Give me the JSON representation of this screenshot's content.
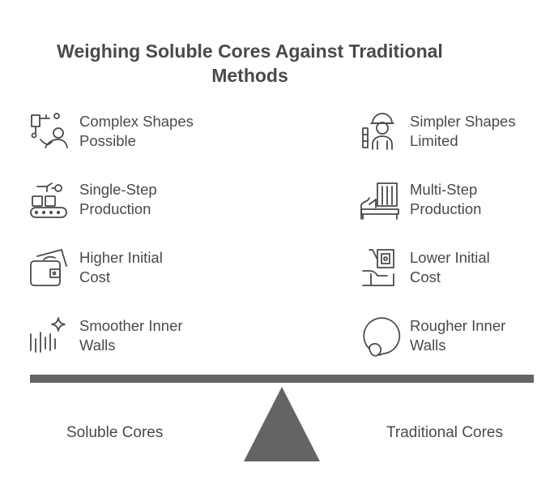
{
  "title": {
    "line1": "Weighing Soluble Cores Against Traditional",
    "line2": "Methods"
  },
  "left_items": [
    {
      "label": "Complex Shapes\nPossible",
      "icon": "robot-arm-person-icon"
    },
    {
      "label": "Single-Step\nProduction",
      "icon": "conveyor-machine-icon"
    },
    {
      "label": "Higher Initial\nCost",
      "icon": "wallet-cash-icon"
    },
    {
      "label": "Smoother Inner\nWalls",
      "icon": "sparkle-lines-icon"
    }
  ],
  "right_items": [
    {
      "label": "Simpler Shapes\nLimited",
      "icon": "worker-icon"
    },
    {
      "label": "Multi-Step\nProduction",
      "icon": "factory-icon"
    },
    {
      "label": "Lower Initial\nCost",
      "icon": "hand-money-icon"
    },
    {
      "label": "Rougher Inner\nWalls",
      "icon": "rough-circle-icon"
    }
  ],
  "bottom": {
    "left_label": "Soluble Cores",
    "right_label": "Traditional Cores"
  },
  "colors": {
    "text": "#4a4a4a",
    "beam": "#646464",
    "fulcrum": "#646464"
  }
}
